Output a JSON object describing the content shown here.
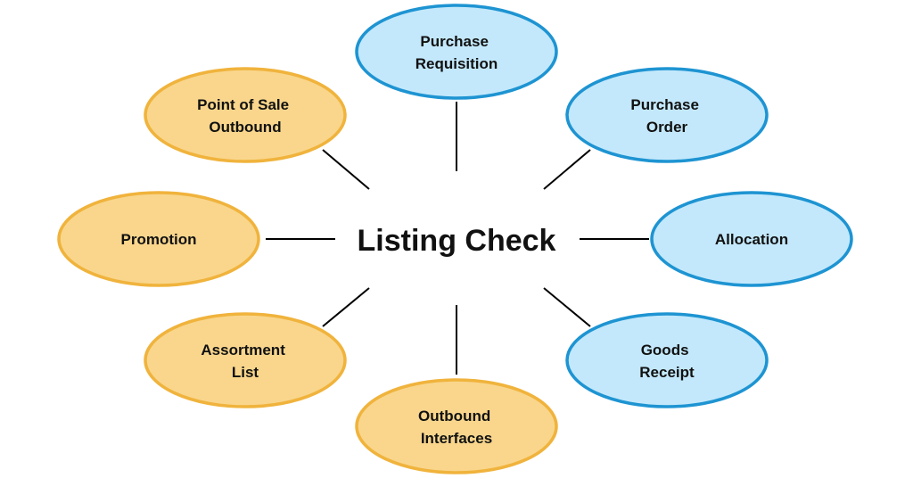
{
  "center": {
    "label": "Listing Check"
  },
  "colors": {
    "yellow_fill": "#f9d68c",
    "yellow_stroke": "#f0b33c",
    "blue_fill": "#c3e8fb",
    "blue_stroke": "#1e94d2"
  },
  "nodes": {
    "purchase_requisition": {
      "lines": [
        "Purchase",
        "Requisition"
      ],
      "color": "blue"
    },
    "purchase_order": {
      "lines": [
        "Purchase",
        "Order"
      ],
      "color": "blue"
    },
    "allocation": {
      "lines": [
        "Allocation"
      ],
      "color": "blue"
    },
    "goods_receipt": {
      "lines": [
        "Goods",
        "Receipt"
      ],
      "color": "blue"
    },
    "outbound_interfaces": {
      "lines": [
        "Outbound",
        "Interfaces"
      ],
      "color": "yellow"
    },
    "assortment_list": {
      "lines": [
        "Assortment",
        "List"
      ],
      "color": "yellow"
    },
    "promotion": {
      "lines": [
        "Promotion"
      ],
      "color": "yellow"
    },
    "point_of_sale_outbound": {
      "lines": [
        "Point of Sale",
        "Outbound"
      ],
      "color": "yellow"
    }
  }
}
